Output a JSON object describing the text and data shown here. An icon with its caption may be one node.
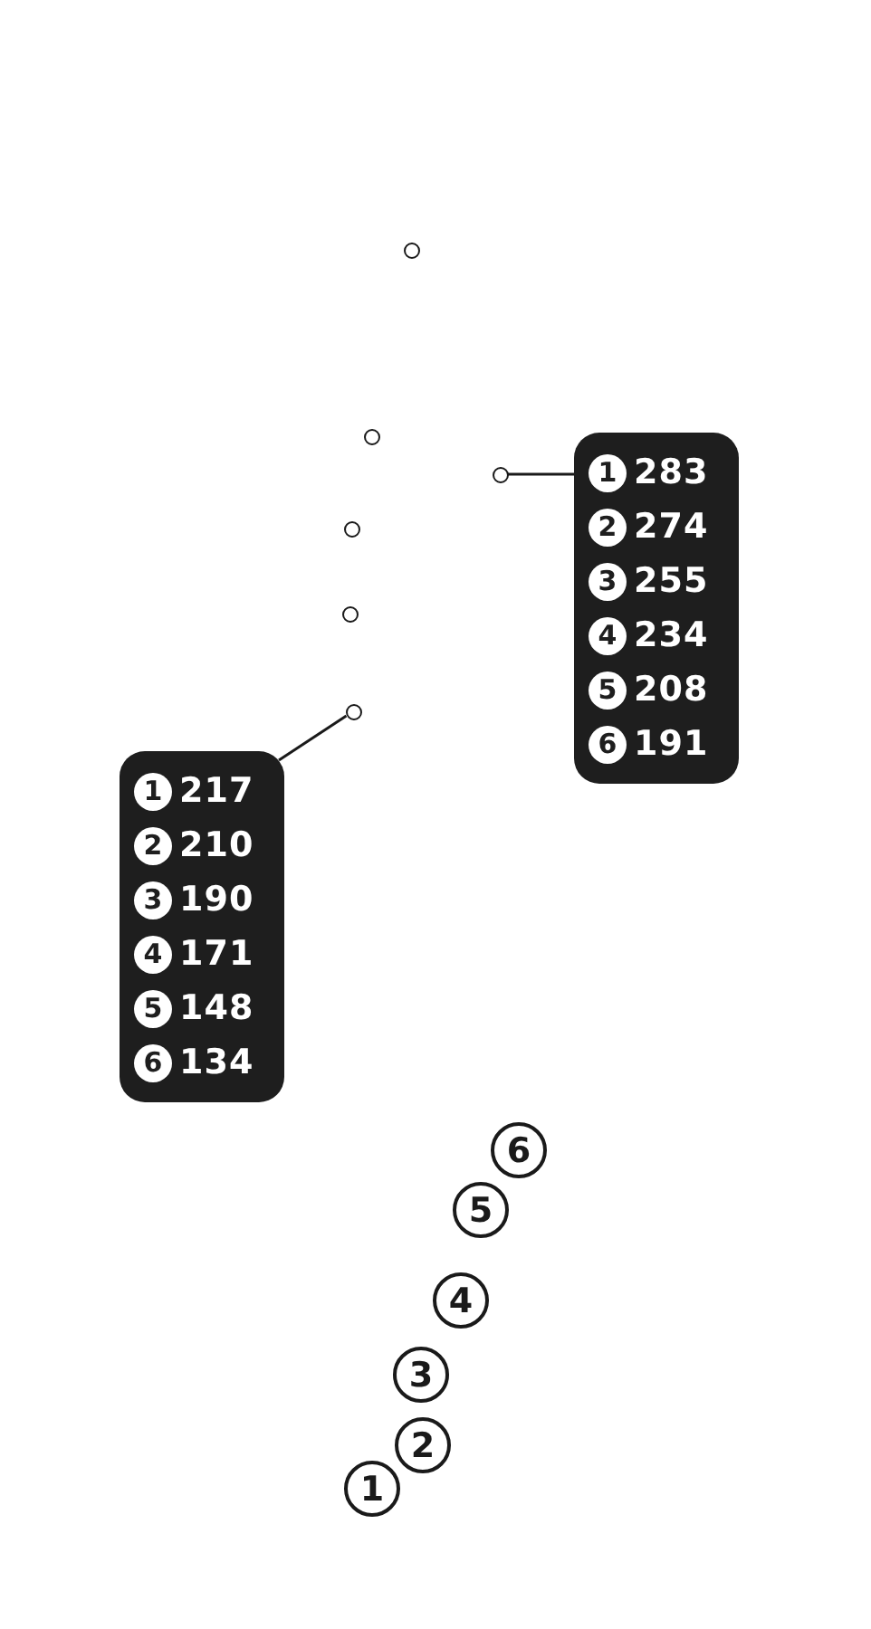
{
  "diagram": {
    "nodes": [
      {
        "text": [],
        "shape": "circle"
      },
      {
        "text": [],
        "shape": "circle"
      },
      {
        "text": [],
        "shape": "circle"
      },
      {
        "text": [],
        "shape": "circle"
      },
      {
        "text": [],
        "shape": "circle"
      },
      {
        "text": [],
        "shape": "circle"
      },
      {
        "text": [
          "1",
          "283",
          "2",
          "274",
          "3",
          "255",
          "4",
          "234",
          "5",
          "208",
          "6",
          "191"
        ]
      },
      {
        "text": [
          "1",
          "217",
          "2",
          "210",
          "3",
          "190",
          "4",
          "171",
          "5",
          "148",
          "6",
          "134"
        ]
      },
      {
        "text": [
          "6"
        ]
      },
      {
        "text": [
          "5"
        ]
      },
      {
        "text": [
          "4"
        ]
      },
      {
        "text": [
          "3"
        ]
      },
      {
        "text": [
          "2"
        ]
      },
      {
        "text": [
          "1"
        ]
      }
    ],
    "edges": [
      {
        "from": 6,
        "to": 2,
        "arrow": "none"
      },
      {
        "from": 7,
        "to": 5,
        "arrow": "none"
      }
    ]
  }
}
